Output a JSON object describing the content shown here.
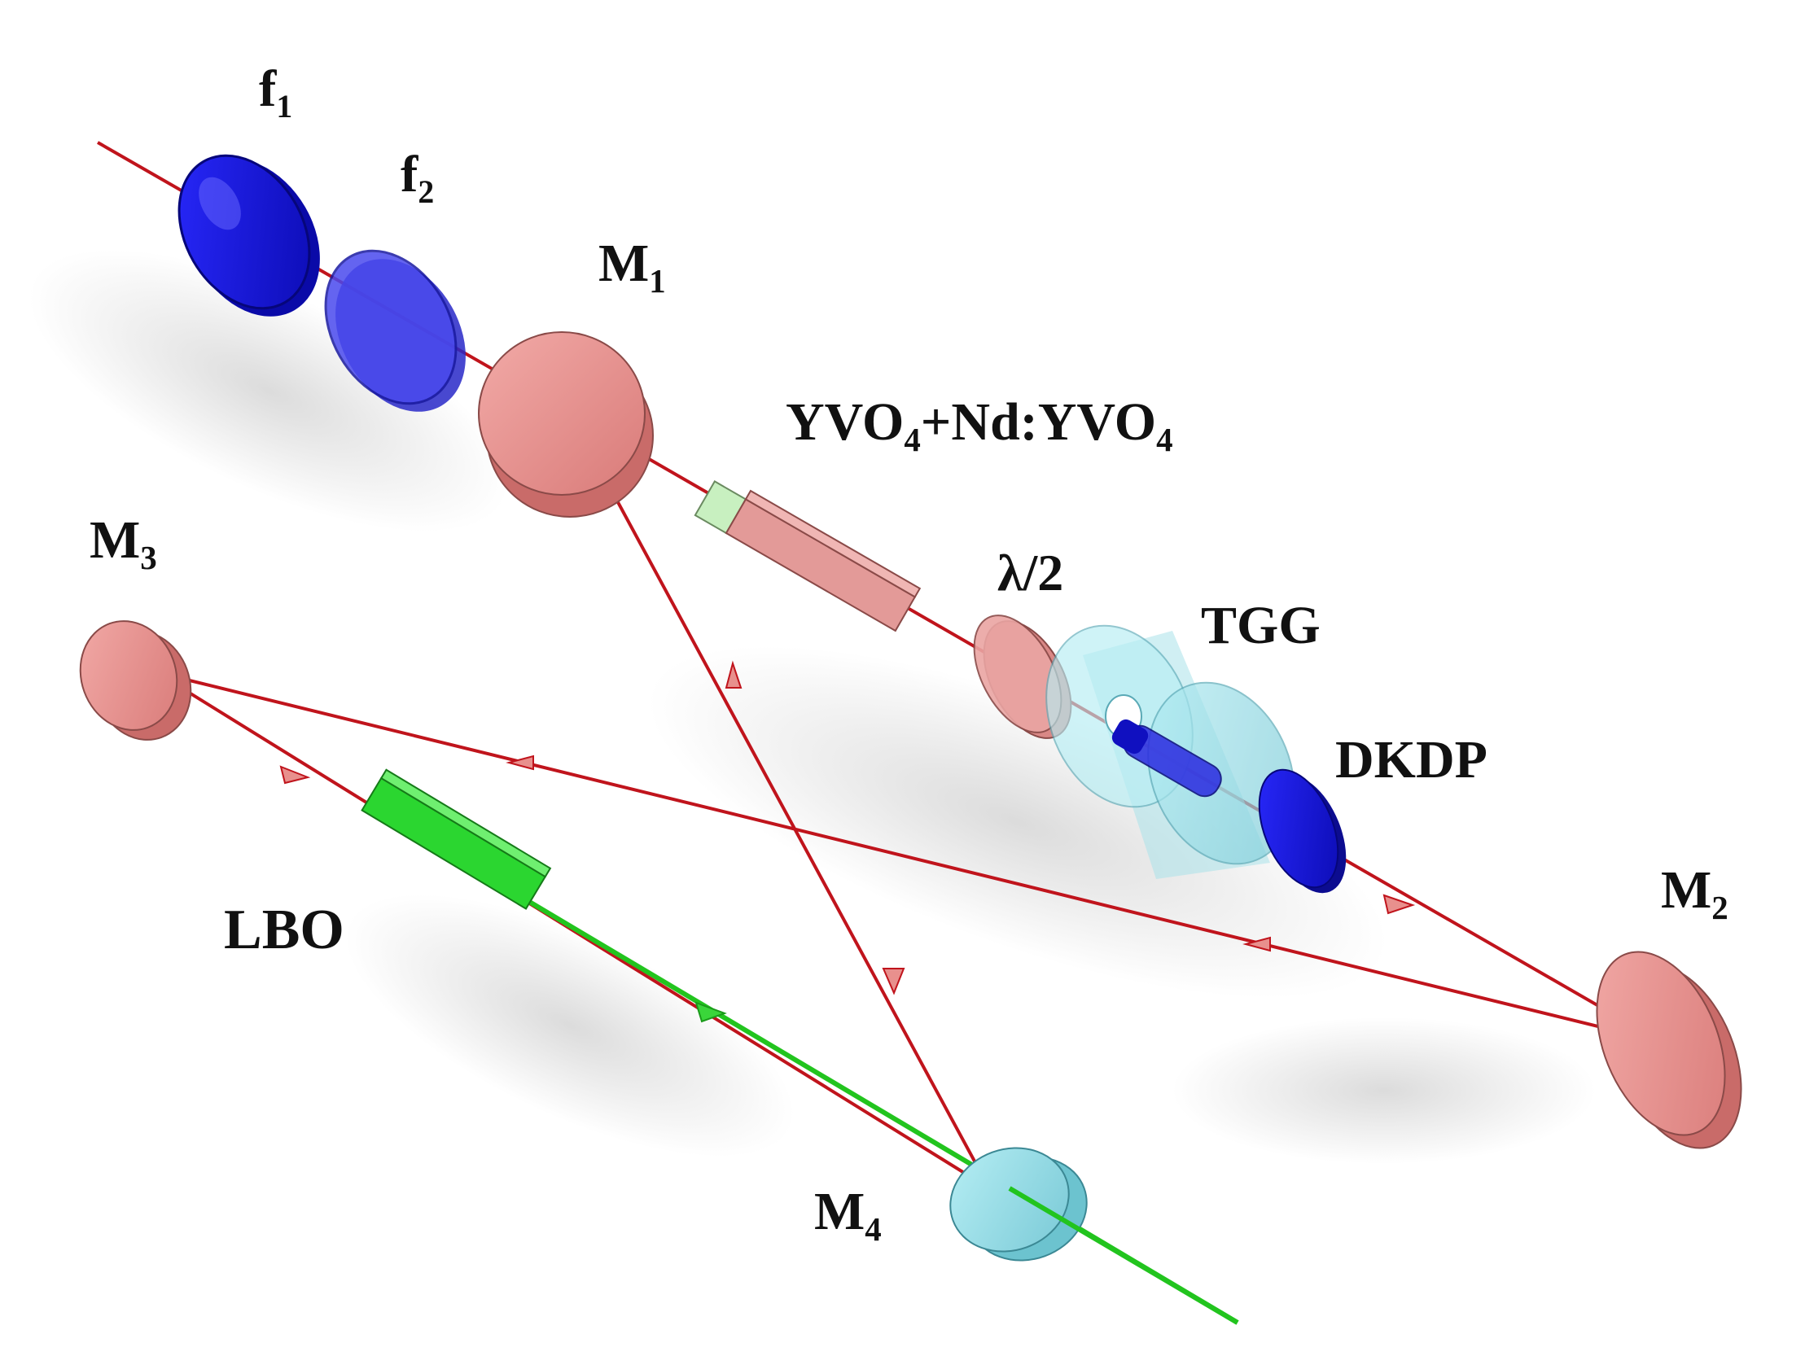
{
  "labels": {
    "f1": {
      "main": "f",
      "sub": "1"
    },
    "f2": {
      "main": "f",
      "sub": "2"
    },
    "m1": {
      "main": "M",
      "sub": "1"
    },
    "m2": {
      "main": "M",
      "sub": "2"
    },
    "m3": {
      "main": "M",
      "sub": "3"
    },
    "m4": {
      "main": "M",
      "sub": "4"
    },
    "crystal": {
      "p1": "YVO",
      "s1": "4",
      "p2": "+Nd:YVO",
      "s2": "4"
    },
    "halfwave": "λ/2",
    "tgg": "TGG",
    "dkdp": "DKDP",
    "lbo": "LBO"
  },
  "colors": {
    "beam_ir": "#c0141c",
    "beam_green": "#22c41e",
    "mirror": "#e8908d",
    "mirror_dark": "#c96b69",
    "lens_dark_blue": "#1414e0",
    "lens_blue": "#3a3ae6",
    "tgg_cyan": "#a9e2ea",
    "m4_cyan": "#8fd9e4",
    "lbo_green": "#2bd630",
    "crystal_pink": "#e39a98"
  }
}
